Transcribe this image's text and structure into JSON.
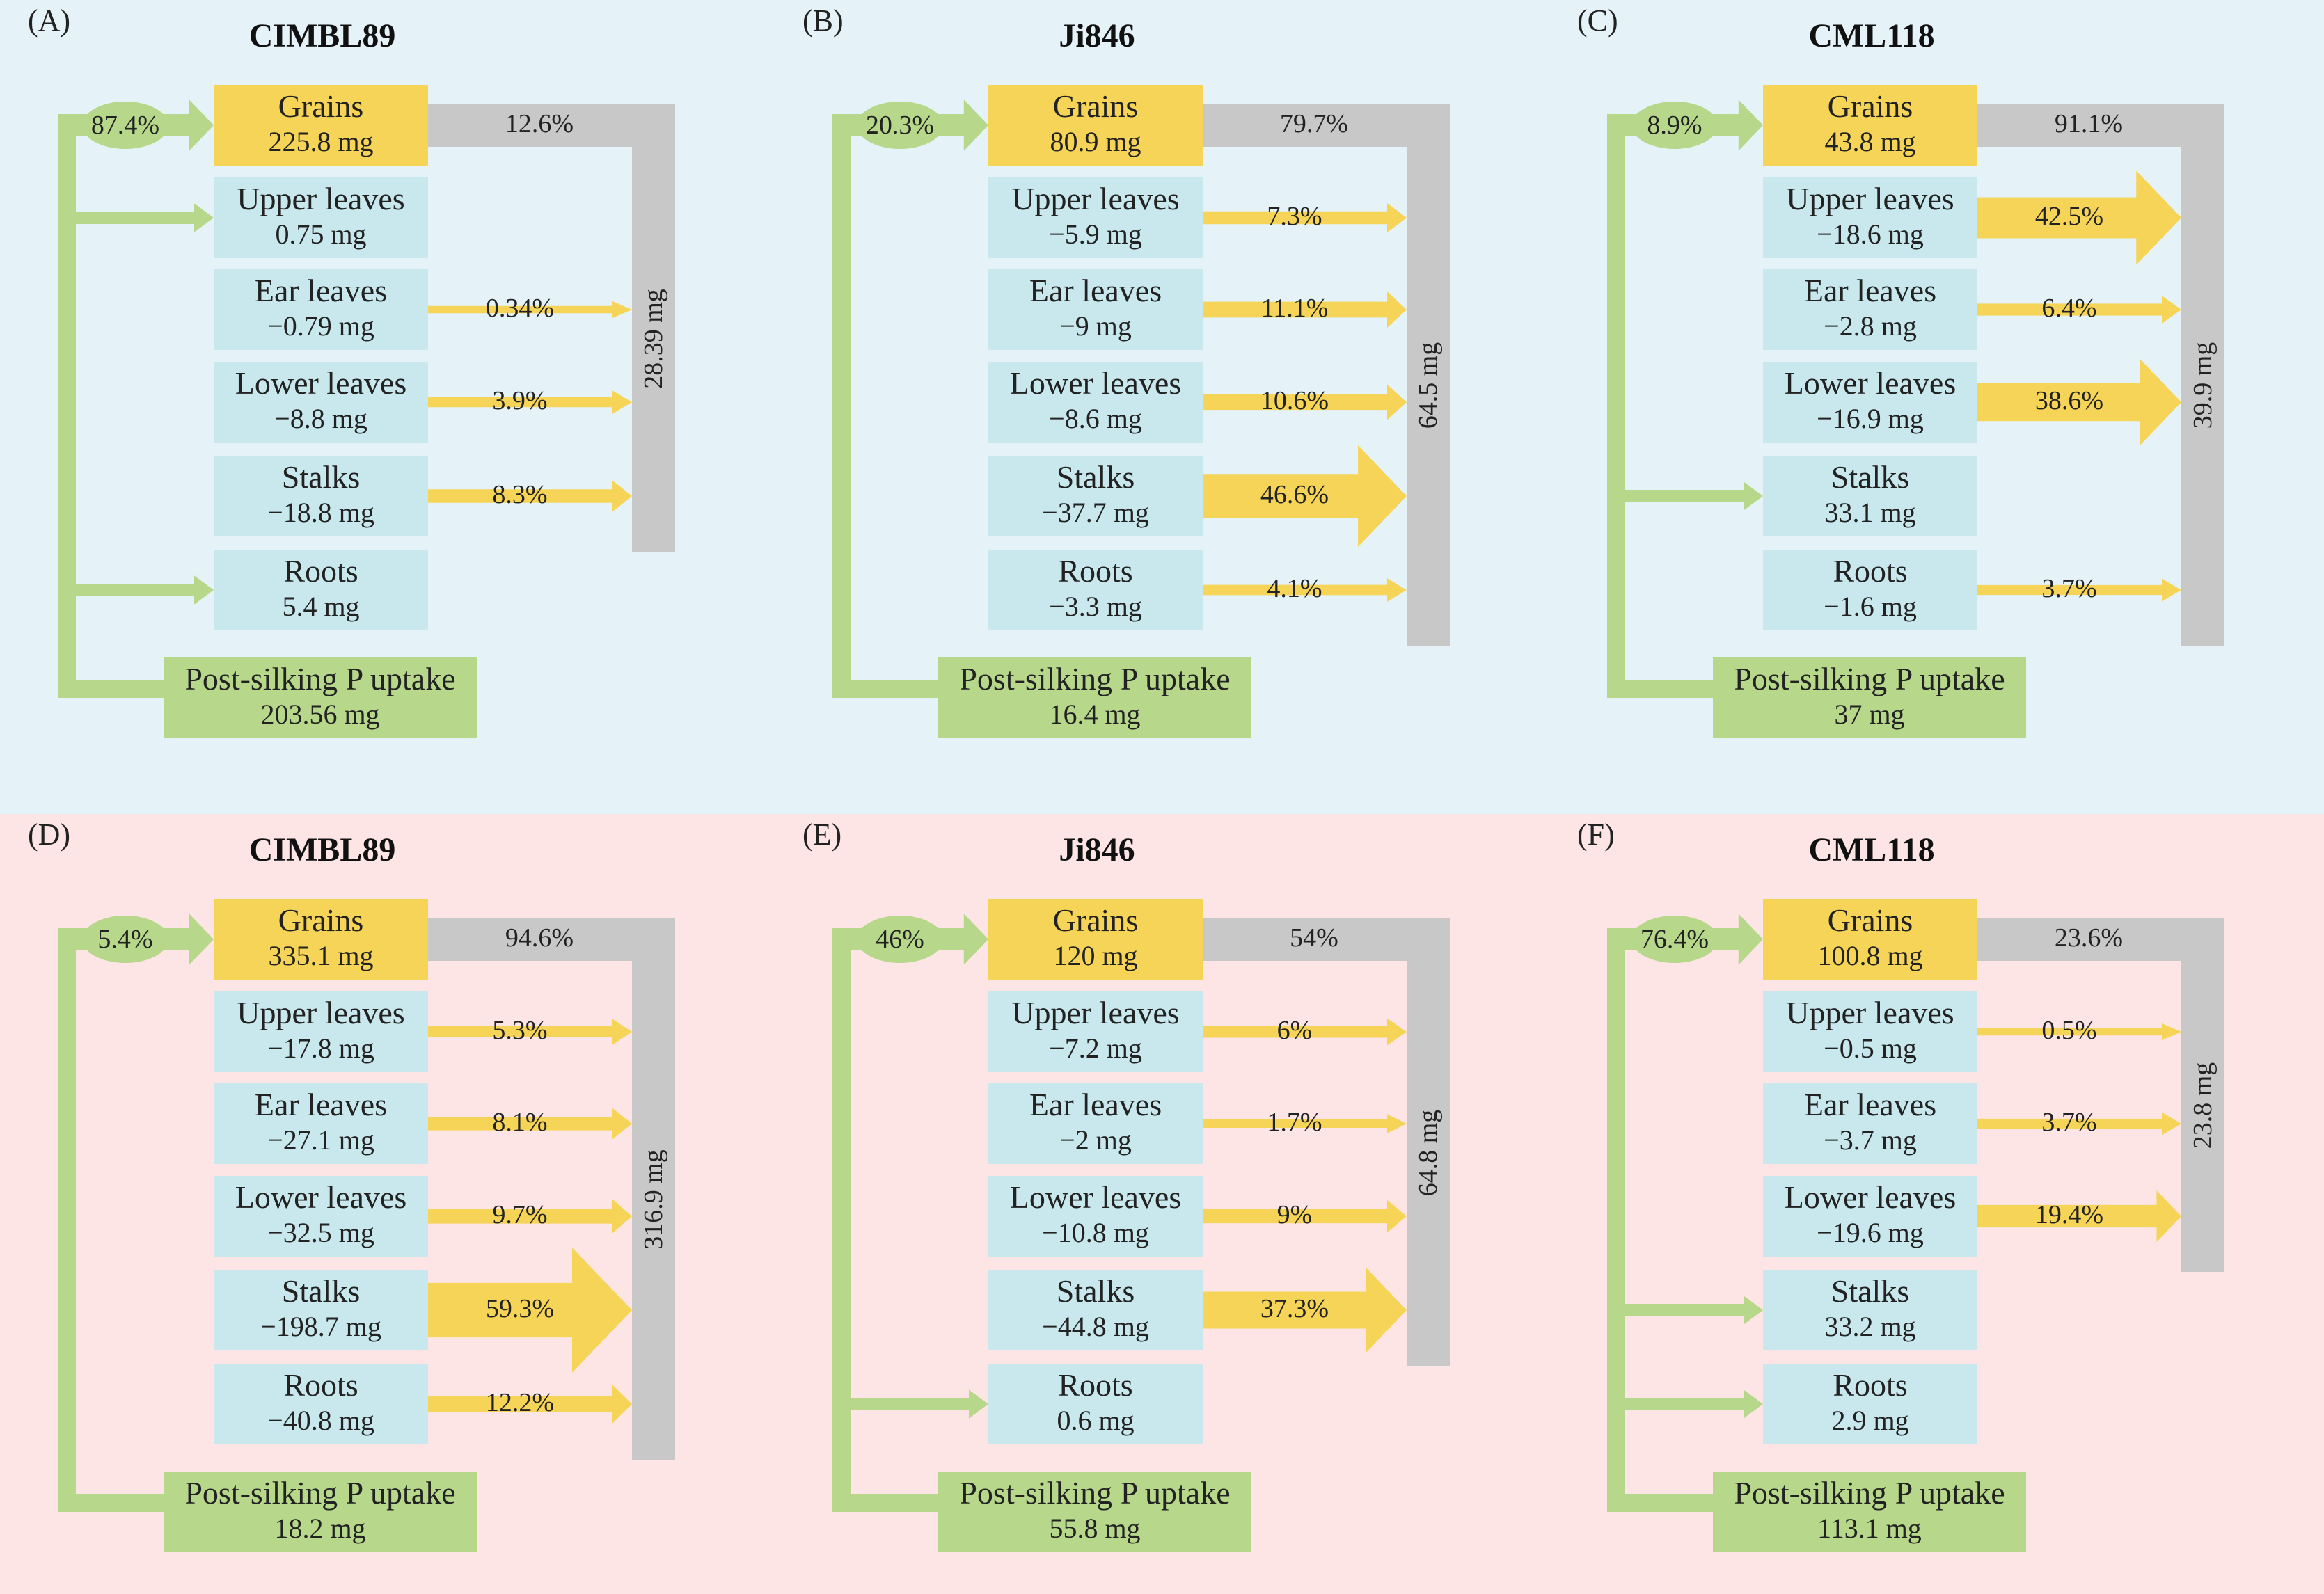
{
  "colors": {
    "grains_box": "#f5d458",
    "organ_box": "#c8e8ee",
    "uptake_box": "#b7d88b",
    "green_arrow": "#b7d88b",
    "yellow_arrow": "#f5d458",
    "gray_arrow": "#c8c8c8",
    "top_background": "#e5f3f8",
    "bottom_background": "#fde5e5"
  },
  "panels": [
    {
      "letter": "(A)",
      "title": "CIMBL89",
      "grains": {
        "name": "Grains",
        "value": "225.8 mg"
      },
      "uptake_share": "87.4%",
      "remob_share": "12.6%",
      "total_remob": "28.39 mg",
      "organs": [
        {
          "name": "Upper leaves",
          "value": "0.75 mg",
          "flow": "green"
        },
        {
          "name": "Ear leaves",
          "value": "−0.79 mg",
          "flow": "yellow",
          "pct": "0.34%"
        },
        {
          "name": "Lower leaves",
          "value": "−8.8 mg",
          "flow": "yellow",
          "pct": "3.9%"
        },
        {
          "name": "Stalks",
          "value": "−18.8 mg",
          "flow": "yellow",
          "pct": "8.3%"
        },
        {
          "name": "Roots",
          "value": "5.4 mg",
          "flow": "green"
        }
      ],
      "uptake": {
        "name": "Post-silking P uptake",
        "value": "203.56 mg"
      }
    },
    {
      "letter": "(B)",
      "title": "Ji846",
      "grains": {
        "name": "Grains",
        "value": "80.9 mg"
      },
      "uptake_share": "20.3%",
      "remob_share": "79.7%",
      "total_remob": "64.5 mg",
      "organs": [
        {
          "name": "Upper leaves",
          "value": "−5.9 mg",
          "flow": "yellow",
          "pct": "7.3%"
        },
        {
          "name": "Ear leaves",
          "value": "−9 mg",
          "flow": "yellow",
          "pct": "11.1%"
        },
        {
          "name": "Lower leaves",
          "value": "−8.6 mg",
          "flow": "yellow",
          "pct": "10.6%"
        },
        {
          "name": "Stalks",
          "value": "−37.7 mg",
          "flow": "yellow",
          "pct": "46.6%"
        },
        {
          "name": "Roots",
          "value": "−3.3 mg",
          "flow": "yellow",
          "pct": "4.1%"
        }
      ],
      "uptake": {
        "name": "Post-silking P uptake",
        "value": "16.4 mg"
      }
    },
    {
      "letter": "(C)",
      "title": "CML118",
      "grains": {
        "name": "Grains",
        "value": "43.8 mg"
      },
      "uptake_share": "8.9%",
      "remob_share": "91.1%",
      "total_remob": "39.9 mg",
      "organs": [
        {
          "name": "Upper leaves",
          "value": "−18.6 mg",
          "flow": "yellow",
          "pct": "42.5%"
        },
        {
          "name": "Ear leaves",
          "value": "−2.8 mg",
          "flow": "yellow",
          "pct": "6.4%"
        },
        {
          "name": "Lower leaves",
          "value": "−16.9 mg",
          "flow": "yellow",
          "pct": "38.6%"
        },
        {
          "name": "Stalks",
          "value": "33.1 mg",
          "flow": "green"
        },
        {
          "name": "Roots",
          "value": "−1.6 mg",
          "flow": "yellow",
          "pct": "3.7%"
        }
      ],
      "uptake": {
        "name": "Post-silking P uptake",
        "value": "37 mg"
      }
    },
    {
      "letter": "(D)",
      "title": "CIMBL89",
      "grains": {
        "name": "Grains",
        "value": "335.1 mg"
      },
      "uptake_share": "5.4%",
      "remob_share": "94.6%",
      "total_remob": "316.9 mg",
      "organs": [
        {
          "name": "Upper leaves",
          "value": "−17.8 mg",
          "flow": "yellow",
          "pct": "5.3%"
        },
        {
          "name": "Ear leaves",
          "value": "−27.1 mg",
          "flow": "yellow",
          "pct": "8.1%"
        },
        {
          "name": "Lower leaves",
          "value": "−32.5 mg",
          "flow": "yellow",
          "pct": "9.7%"
        },
        {
          "name": "Stalks",
          "value": "−198.7 mg",
          "flow": "yellow",
          "pct": "59.3%"
        },
        {
          "name": "Roots",
          "value": "−40.8 mg",
          "flow": "yellow",
          "pct": "12.2%"
        }
      ],
      "uptake": {
        "name": "Post-silking P uptake",
        "value": "18.2 mg"
      }
    },
    {
      "letter": "(E)",
      "title": "Ji846",
      "grains": {
        "name": "Grains",
        "value": "120 mg"
      },
      "uptake_share": "46%",
      "remob_share": "54%",
      "total_remob": "64.8 mg",
      "organs": [
        {
          "name": "Upper leaves",
          "value": "−7.2 mg",
          "flow": "yellow",
          "pct": "6%"
        },
        {
          "name": "Ear leaves",
          "value": "−2 mg",
          "flow": "yellow",
          "pct": "1.7%"
        },
        {
          "name": "Lower leaves",
          "value": "−10.8 mg",
          "flow": "yellow",
          "pct": "9%"
        },
        {
          "name": "Stalks",
          "value": "−44.8 mg",
          "flow": "yellow",
          "pct": "37.3%"
        },
        {
          "name": "Roots",
          "value": "0.6 mg",
          "flow": "green"
        }
      ],
      "uptake": {
        "name": "Post-silking P uptake",
        "value": "55.8 mg"
      }
    },
    {
      "letter": "(F)",
      "title": "CML118",
      "grains": {
        "name": "Grains",
        "value": "100.8 mg"
      },
      "uptake_share": "76.4%",
      "remob_share": "23.6%",
      "total_remob": "23.8 mg",
      "organs": [
        {
          "name": "Upper leaves",
          "value": "−0.5 mg",
          "flow": "yellow",
          "pct": "0.5%"
        },
        {
          "name": "Ear leaves",
          "value": "−3.7 mg",
          "flow": "yellow",
          "pct": "3.7%"
        },
        {
          "name": "Lower leaves",
          "value": "−19.6 mg",
          "flow": "yellow",
          "pct": "19.4%"
        },
        {
          "name": "Stalks",
          "value": "33.2 mg",
          "flow": "green"
        },
        {
          "name": "Roots",
          "value": "2.9 mg",
          "flow": "green"
        }
      ],
      "uptake": {
        "name": "Post-silking P uptake",
        "value": "113.1 mg"
      }
    }
  ]
}
